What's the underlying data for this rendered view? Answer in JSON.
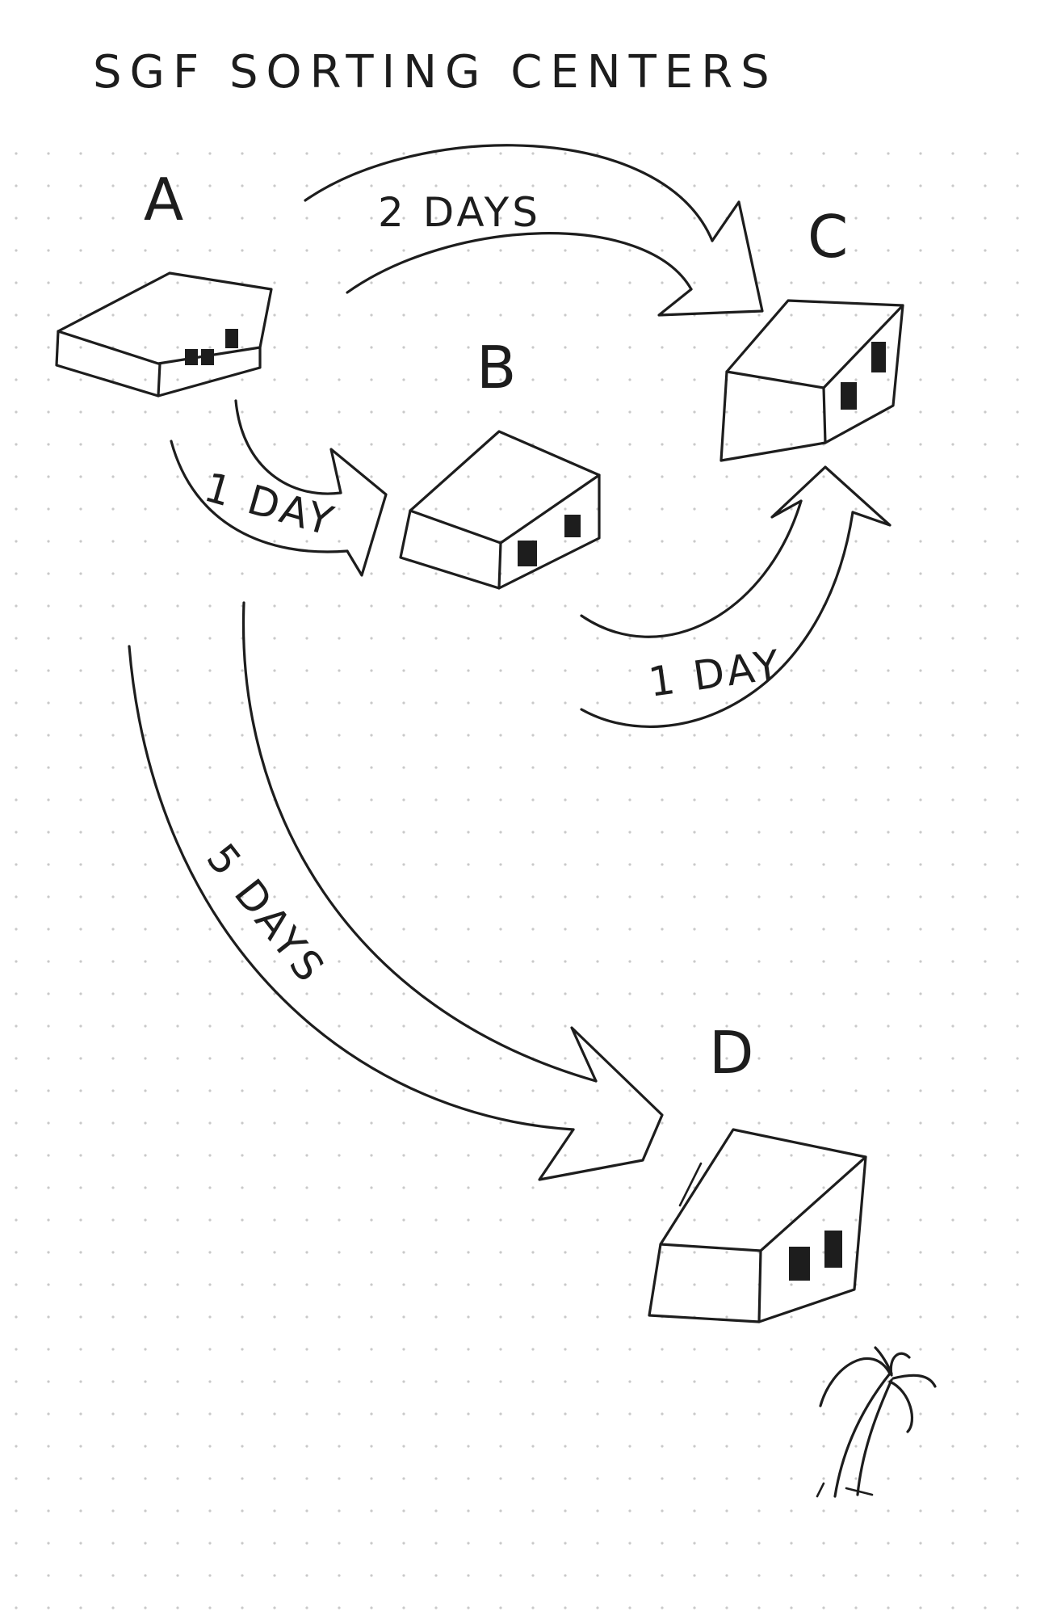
{
  "title": "SGF SORTING CENTERS",
  "centers": {
    "a": "A",
    "b": "B",
    "c": "C",
    "d": "D"
  },
  "routes": {
    "a_to_c": "2 DAYS",
    "a_to_b": "1 DAY",
    "b_to_c": "1 DAY",
    "a_to_d": "5 DAYS"
  },
  "colors": {
    "ink": "#1d1d1d",
    "paper": "#ffffff",
    "dot_grid": "#c9c9c9"
  }
}
